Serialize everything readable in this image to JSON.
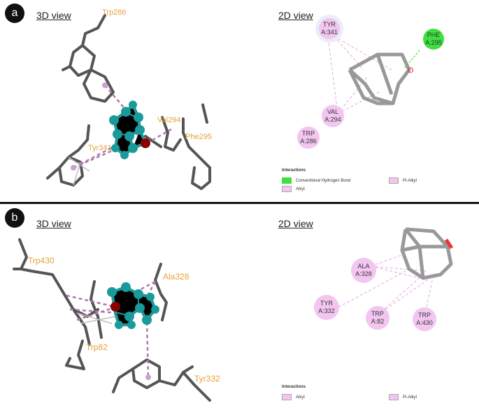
{
  "panel_a": {
    "badge": "a",
    "view3d_title": "3D view",
    "view2d_title": "2D view",
    "residues_3d": [
      "Trp286",
      "Val294",
      "Tyr341",
      "Phe295"
    ],
    "nodes_2d": [
      {
        "name": "TYR",
        "id": "A:341",
        "type": "Alkyl"
      },
      {
        "name": "PHE",
        "id": "A:295",
        "type": "Conventional Hydrogen Bond"
      },
      {
        "name": "VAL",
        "id": "A:294",
        "type": "Alkyl"
      },
      {
        "name": "TRP",
        "id": "A:286",
        "type": "Pi-Alkyl"
      }
    ],
    "legend": {
      "title": "Interactions",
      "items": [
        "Conventional Hydrogen Bond",
        "Pi-Alkyl",
        "Alkyl"
      ]
    }
  },
  "panel_b": {
    "badge": "b",
    "view3d_title": "3D view",
    "view2d_title": "2D view",
    "residues_3d": [
      "Trp430",
      "Ala328",
      "Trp82",
      "Tyr332"
    ],
    "nodes_2d": [
      {
        "name": "ALA",
        "id": "A:328",
        "type": "Alkyl"
      },
      {
        "name": "TYR",
        "id": "A:332",
        "type": "Pi-Alkyl"
      },
      {
        "name": "TRP",
        "id": "A:82",
        "type": "Pi-Alkyl"
      },
      {
        "name": "TRP",
        "id": "A:430",
        "type": "Pi-Alkyl"
      }
    ],
    "legend": {
      "title": "Interactions",
      "items": [
        "Alkyl",
        "Pi-Alkyl"
      ]
    }
  },
  "colors": {
    "residue_label": "#e6a23c",
    "ligand_atom": "#1a9a9a",
    "oxygen_atom": "#8b0000",
    "hbond_node": "#3ee03e",
    "alkyl_node": "#f2c6f0",
    "interaction_line": "#c08ac0"
  }
}
